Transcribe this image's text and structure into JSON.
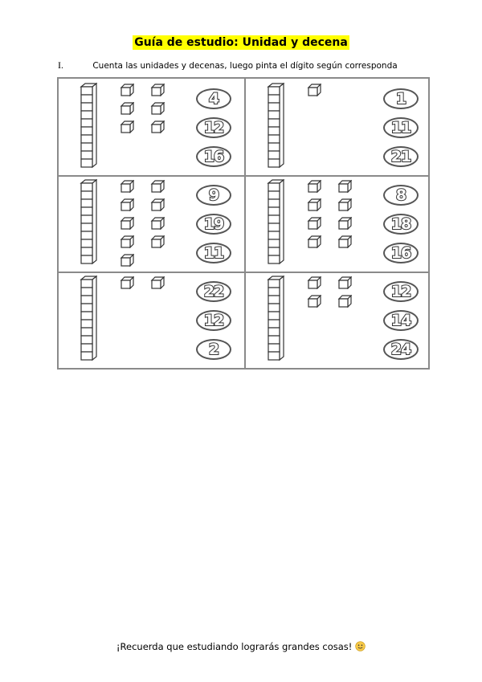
{
  "title": "Guía de estudio: Unidad y decena",
  "instruction": {
    "number": "I.",
    "text": "Cuenta las unidades y decenas, luego pinta el dígito según corresponda"
  },
  "exercises": [
    {
      "tens": 1,
      "units": 6,
      "options": [
        "4",
        "12",
        "16"
      ]
    },
    {
      "tens": 1,
      "units": 1,
      "options": [
        "1",
        "11",
        "21"
      ]
    },
    {
      "tens": 1,
      "units": 9,
      "options": [
        "9",
        "19",
        "11"
      ]
    },
    {
      "tens": 1,
      "units": 8,
      "options": [
        "8",
        "18",
        "16"
      ]
    },
    {
      "tens": 1,
      "units": 2,
      "options": [
        "22",
        "12",
        "2"
      ]
    },
    {
      "tens": 1,
      "units": 4,
      "options": [
        "12",
        "14",
        "24"
      ]
    }
  ],
  "footer": {
    "text": "¡Recuerda que estudiando lograrás grandes cosas!",
    "icon": "smiley-icon"
  },
  "colors": {
    "highlight": "#ffff00",
    "grid": "#8a8a8a"
  }
}
